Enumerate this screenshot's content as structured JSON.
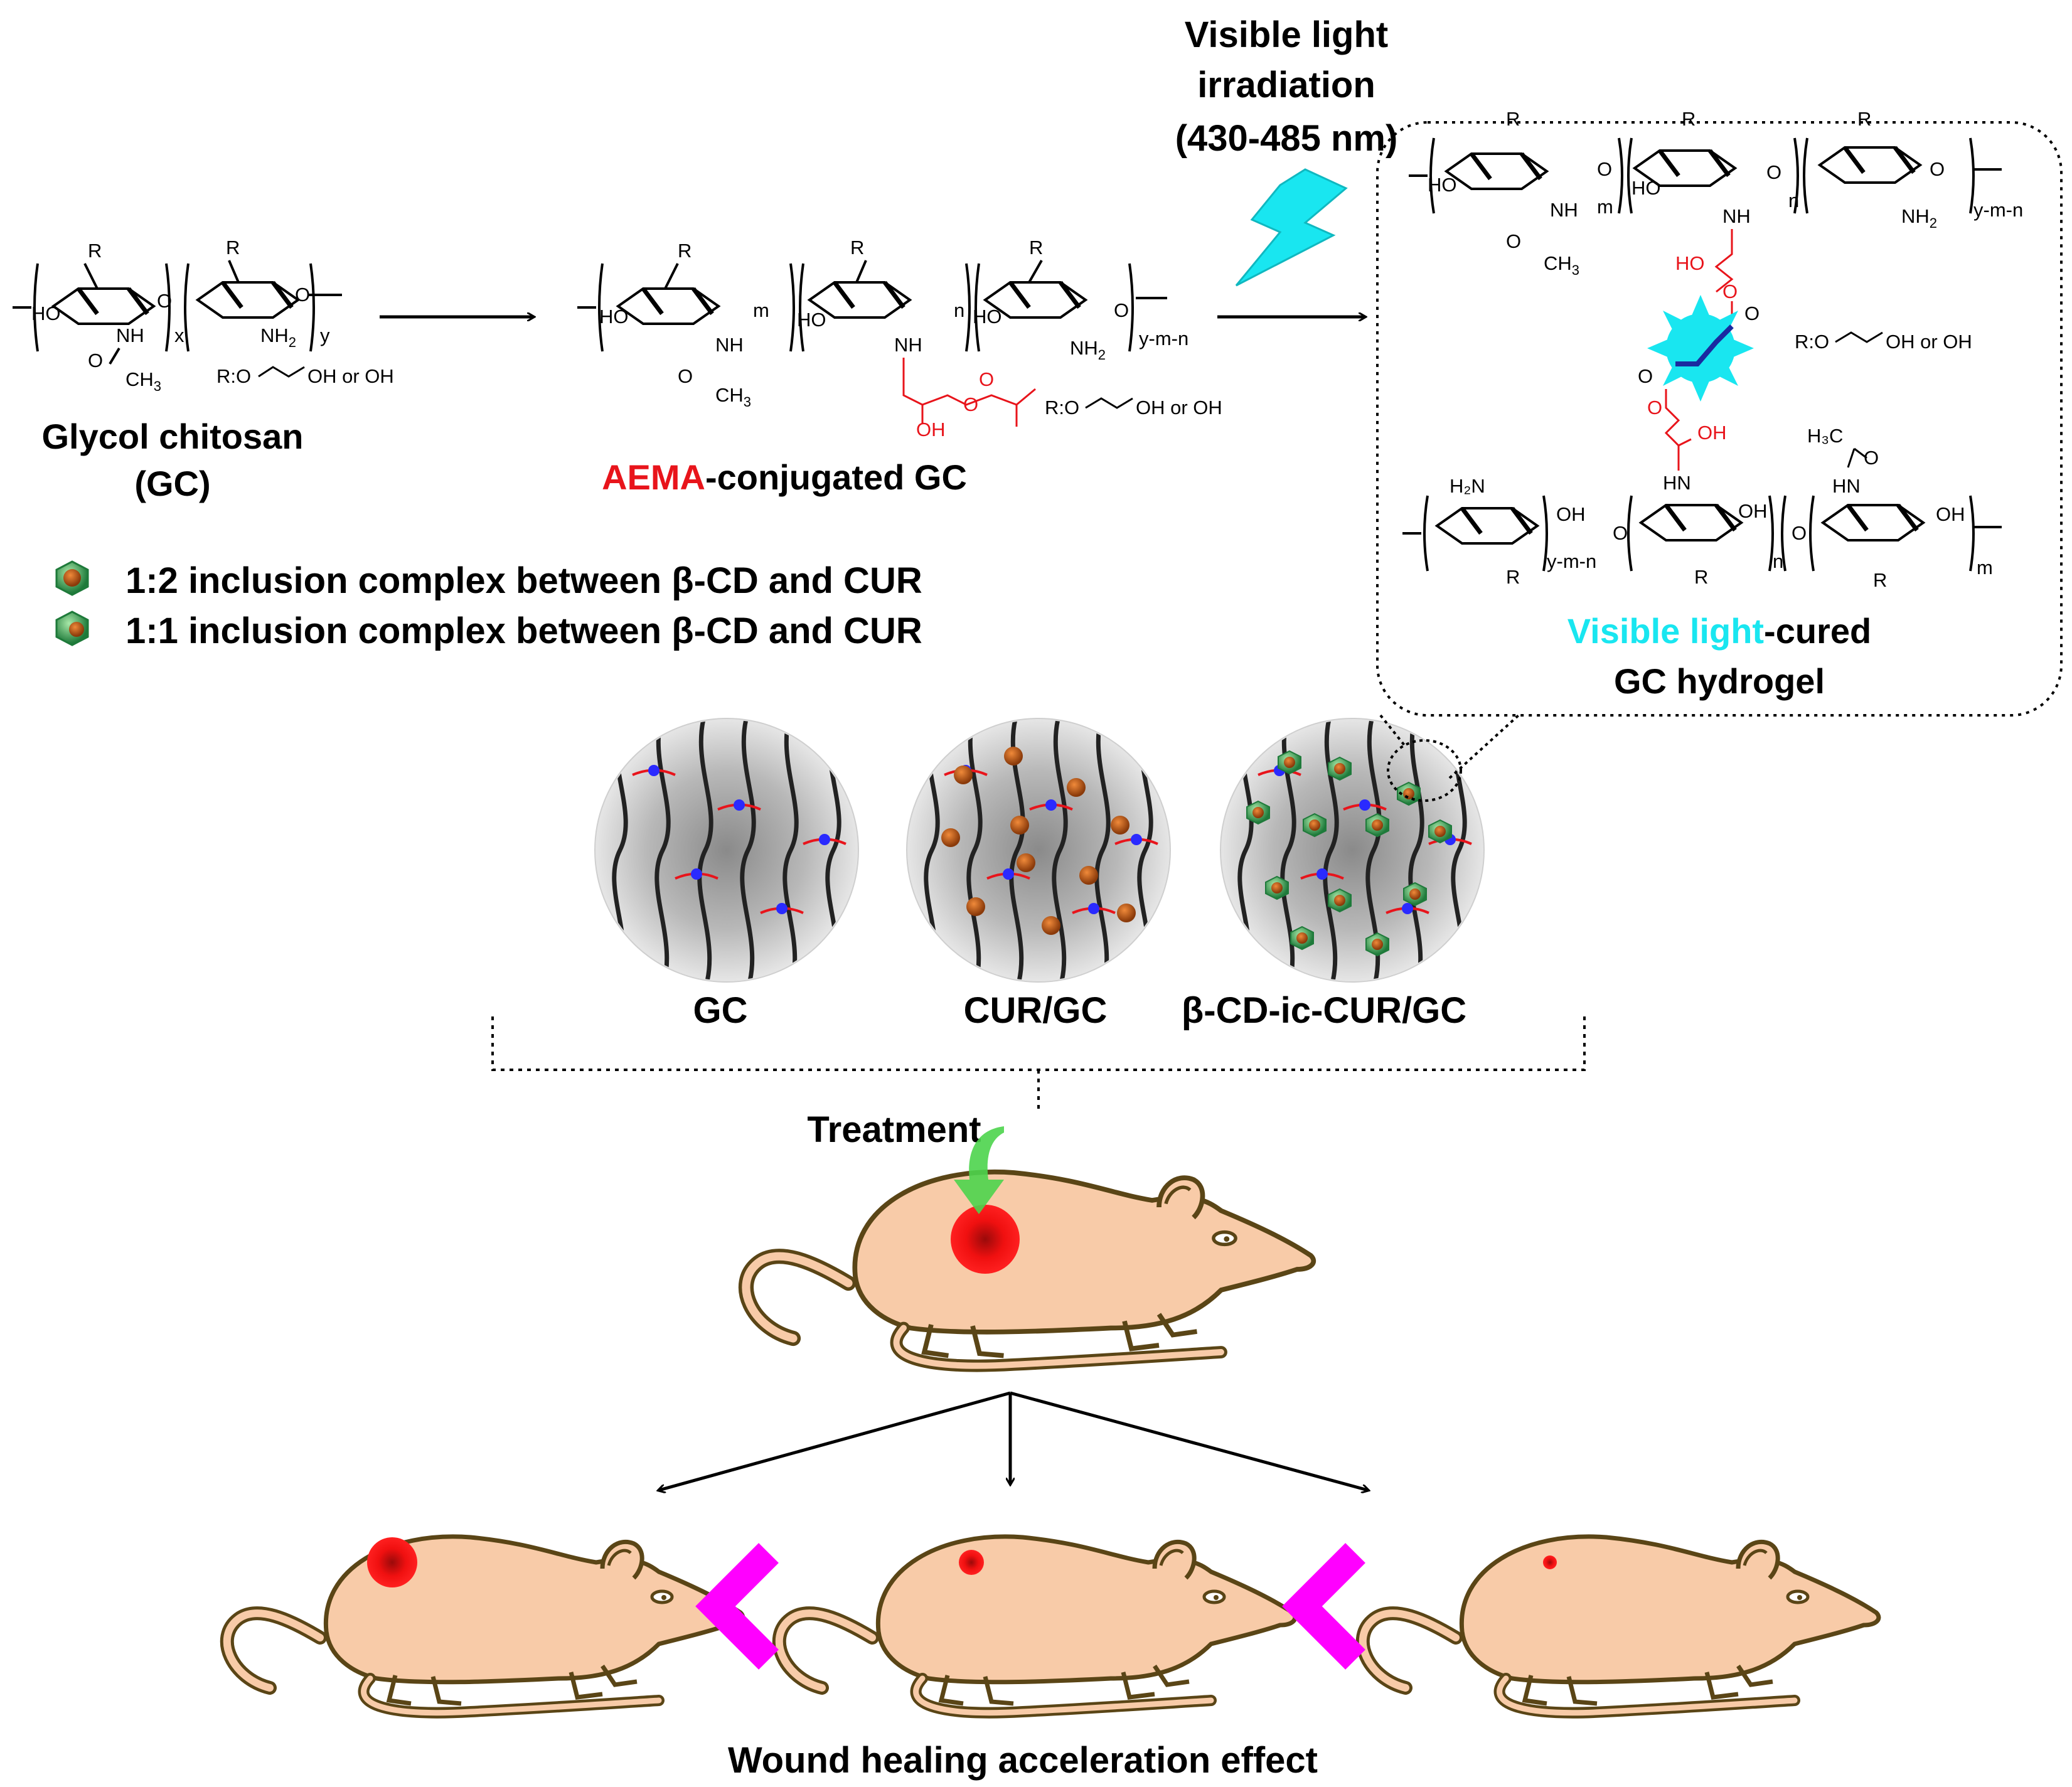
{
  "title_steps": {
    "gc_name_line1": "Glycol chitosan",
    "gc_name_line2": "(GC)",
    "aema_prefix": "AEMA",
    "aema_suffix": "-conjugated GC",
    "light_line1": "Visible light",
    "light_line2": "irradiation",
    "light_line3": "(430-485 nm)",
    "hydrogel_prefix": "Visible light",
    "hydrogel_suffix": "-cured",
    "hydrogel_line2": "GC hydrogel"
  },
  "chem_labels": {
    "R": "R",
    "HO": "HO",
    "OH": "OH",
    "NH": "NH",
    "HN": "HN",
    "NH2": "NH",
    "sub2": "2",
    "H2N": "H₂N",
    "H3C": "H₃C",
    "CH3": "CH",
    "sub3": "3",
    "O": "O",
    "x": "x",
    "y": "y",
    "m": "m",
    "n": "n",
    "ymn": "y-m-n",
    "r_def": "R:O",
    "r_def_tail": "OH  or  OH"
  },
  "legend": {
    "item1": "1:2 inclusion complex between β-CD and CUR",
    "item2": "1:1 inclusion complex between β-CD and CUR"
  },
  "hydrogels": [
    {
      "label": "GC"
    },
    {
      "label": "CUR/GC"
    },
    {
      "label": "β-CD-ic-CUR/GC"
    }
  ],
  "treatment_label": "Treatment",
  "bottom_label": "Wound healing acceleration effect",
  "colors": {
    "red": "#e8141b",
    "cyan": "#19e6f0",
    "magenta": "#ff00ff",
    "rat_fill": "#f8cba8",
    "rat_outline": "#5a4516",
    "arrow_green": "#4cd44c",
    "crosslink_blue": "#2a2aff",
    "particle_orange": "#b8561b"
  }
}
